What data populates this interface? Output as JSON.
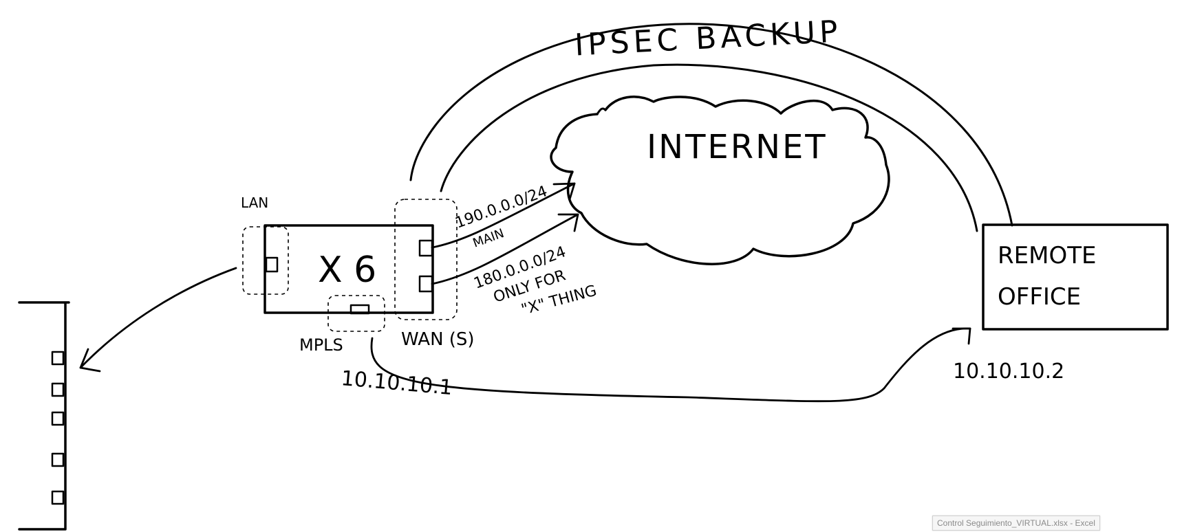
{
  "labels": {
    "ipsec": "IPSEC BACKUP",
    "internet": "INTERNET",
    "lan": "LAN",
    "firewall": "X 6",
    "wan": "WAN (S)",
    "mpls": "MPLS",
    "subnet_main": "190.0.0.0/24",
    "main": "MAIN",
    "subnet_other": "180.0.0.0/24",
    "only_for": "ONLY FOR",
    "x_thing": "\"X\" THING",
    "ip_local": "10.10.10.1",
    "ip_remote": "10.10.10.2",
    "remote_line1": "REMOTE",
    "remote_line2": "OFFICE"
  },
  "tooltip": "Control Seguimiento_VIRTUAL.xlsx - Excel"
}
